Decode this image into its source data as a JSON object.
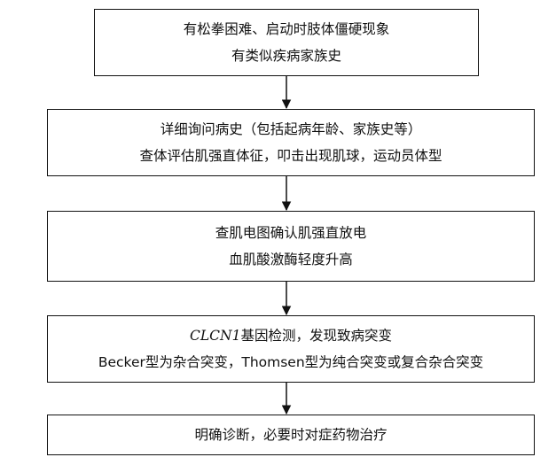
{
  "steps": [
    {
      "lines": [
        "有松拳困难、启动时肢体僵硬现象",
        "有类似疾病家族史"
      ]
    },
    {
      "lines": [
        "详细询问病史（包括起病年龄、家族史等）",
        "查体评估肌强直体征，叩击出现肌球，运动员体型"
      ]
    },
    {
      "lines": [
        "查肌电图确认肌强直放电",
        "血肌酸激酶轻度升高"
      ]
    },
    {
      "gene": "CLCN1",
      "line1_rest": "基因检测，发现致病突变",
      "lines": [
        "",
        "Becker型为杂合突变，Thomsen型为纯合突变或复合杂合突变"
      ]
    },
    {
      "lines": [
        "明确诊断，必要时对症药物治疗"
      ]
    }
  ]
}
